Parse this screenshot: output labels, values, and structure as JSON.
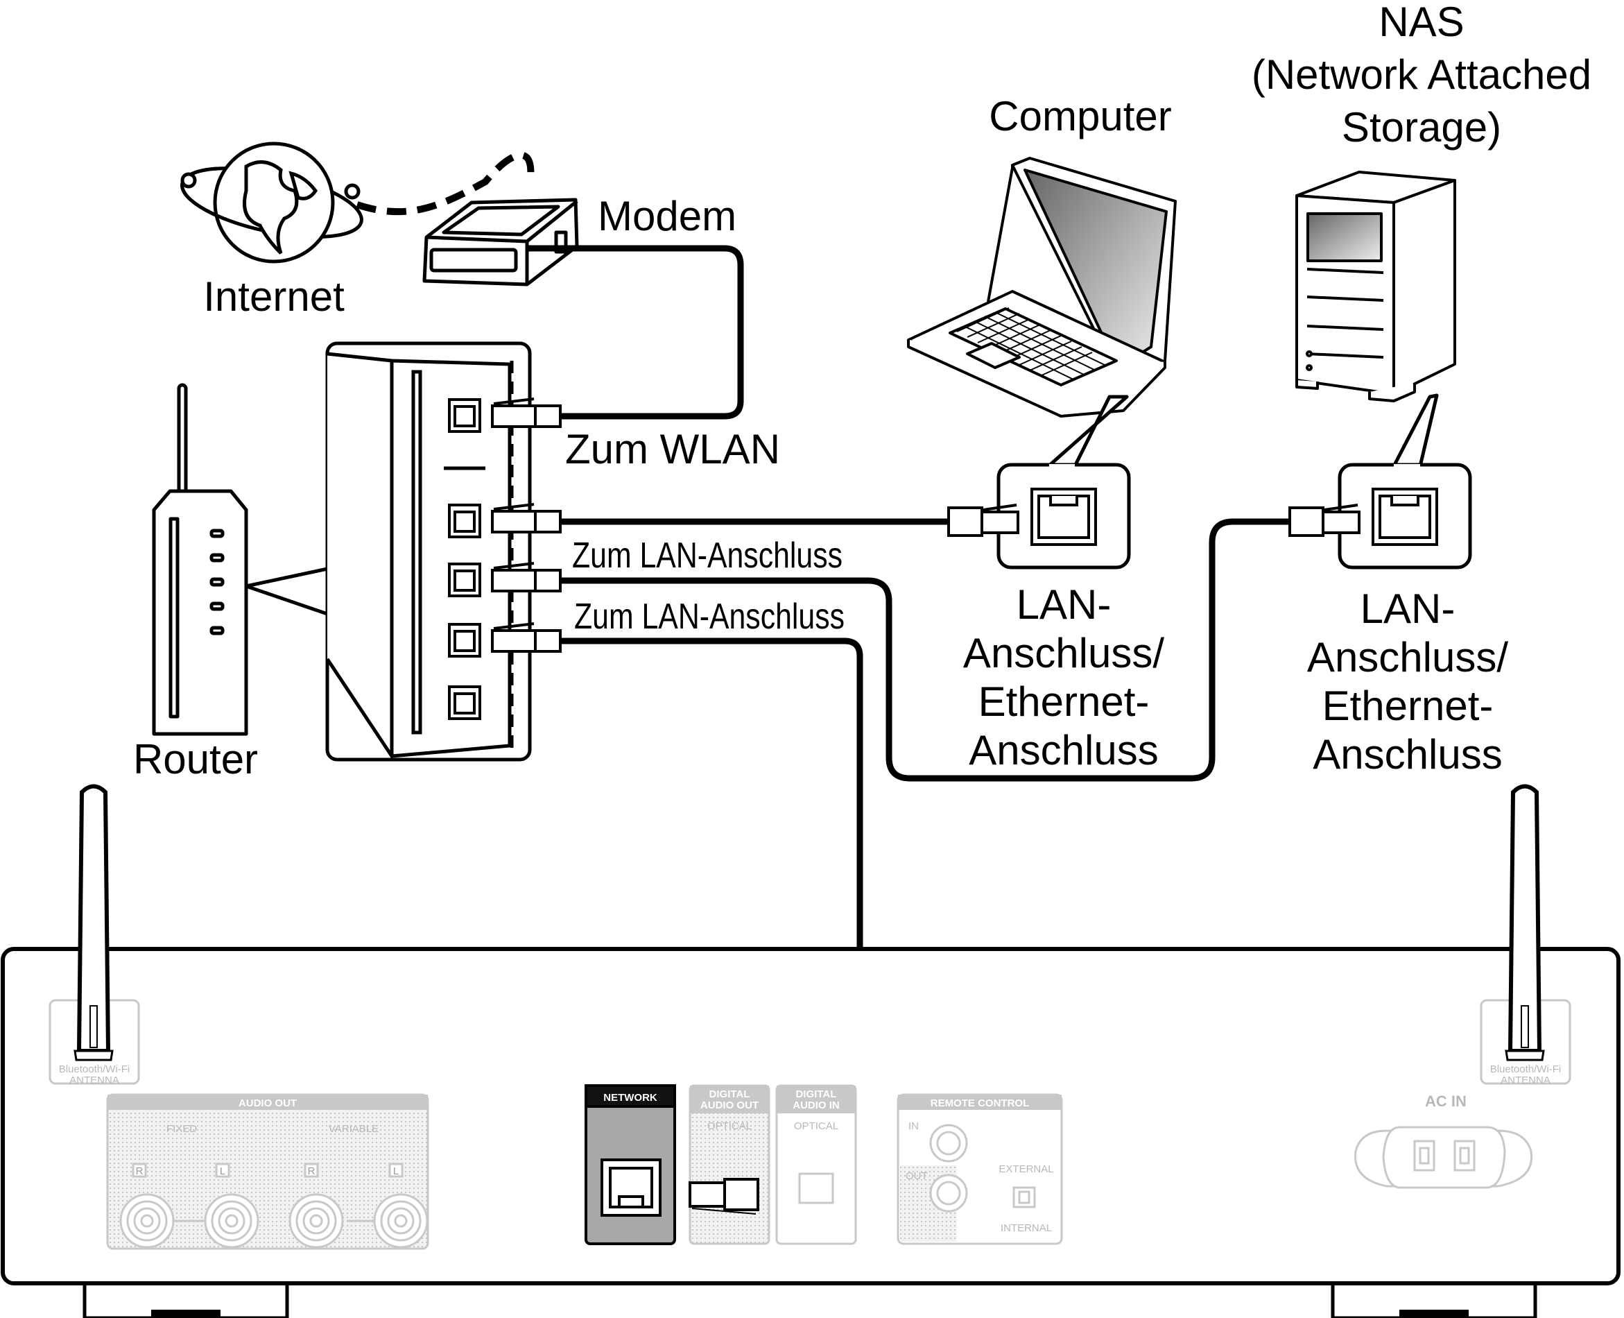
{
  "labels": {
    "internet": "Internet",
    "modem": "Modem",
    "router": "Router",
    "computer": "Computer",
    "nas_line1": "NAS",
    "nas_line2": "(Network Attached",
    "nas_line3": "Storage)",
    "to_wlan": "Zum WLAN",
    "to_lan_1": "Zum LAN-Anschluss",
    "to_lan_2": "Zum LAN-Anschluss",
    "computer_port_l1": "LAN-",
    "computer_port_l2": "Anschluss/",
    "computer_port_l3": "Ethernet-",
    "computer_port_l4": "Anschluss",
    "nas_port_l1": "LAN-",
    "nas_port_l2": "Anschluss/",
    "nas_port_l3": "Ethernet-",
    "nas_port_l4": "Anschluss"
  },
  "rear_panel": {
    "antenna_left": [
      "Bluetooth/Wi-Fi",
      "ANTENNA"
    ],
    "antenna_right": [
      "Bluetooth/Wi-Fi",
      "ANTENNA"
    ],
    "audio_out": "AUDIO OUT",
    "fixed": "FIXED",
    "variable": "VARIABLE",
    "r": "R",
    "l": "L",
    "network": "NETWORK",
    "digital_audio_out": [
      "DIGITAL",
      "AUDIO OUT"
    ],
    "digital_audio_in": [
      "DIGITAL",
      "AUDIO IN"
    ],
    "optical": "OPTICAL",
    "remote_control": "REMOTE CONTROL",
    "in": "IN",
    "out": "OUT",
    "external": "EXTERNAL",
    "internal": "INTERNAL",
    "ac_in": "AC IN"
  },
  "colors": {
    "line": "#000000",
    "panel_gray": "#c8c8c8",
    "network_fill": "#a8a8a8",
    "network_header": "#111111"
  }
}
